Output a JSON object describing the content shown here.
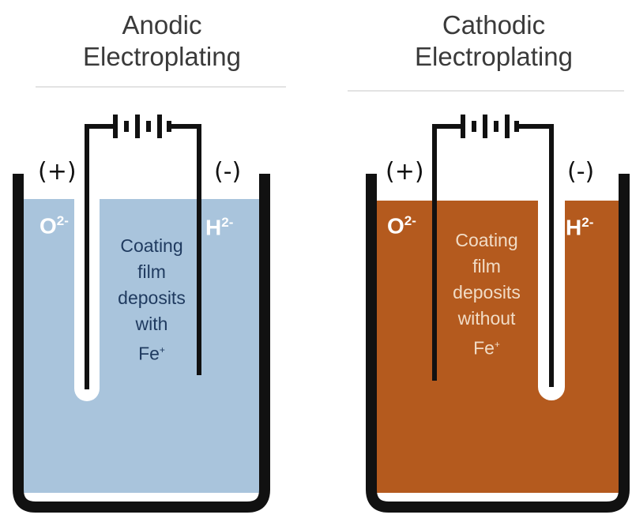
{
  "panels": [
    {
      "title_line1": "Anodic",
      "title_line2": "Electroplating",
      "positive": "(+)",
      "negative": "(-)",
      "ion_left": "O",
      "ion_left_charge": "2-",
      "ion_right": "H",
      "ion_right_charge": "2-",
      "desc_lines": [
        "Coating",
        "film",
        "deposits",
        "with"
      ],
      "desc_fe": "Fe",
      "desc_fe_charge": "+",
      "liquid_color": "#a9c4dc"
    },
    {
      "title_line1": "Cathodic",
      "title_line2": "Electroplating",
      "positive": "(+)",
      "negative": "(-)",
      "ion_left": "O",
      "ion_left_charge": "2-",
      "ion_right": "H",
      "ion_right_charge": "2-",
      "desc_lines": [
        "Coating",
        "film",
        "deposits",
        "without"
      ],
      "desc_fe": "Fe",
      "desc_fe_charge": "+",
      "liquid_color": "#b45a1e"
    }
  ]
}
